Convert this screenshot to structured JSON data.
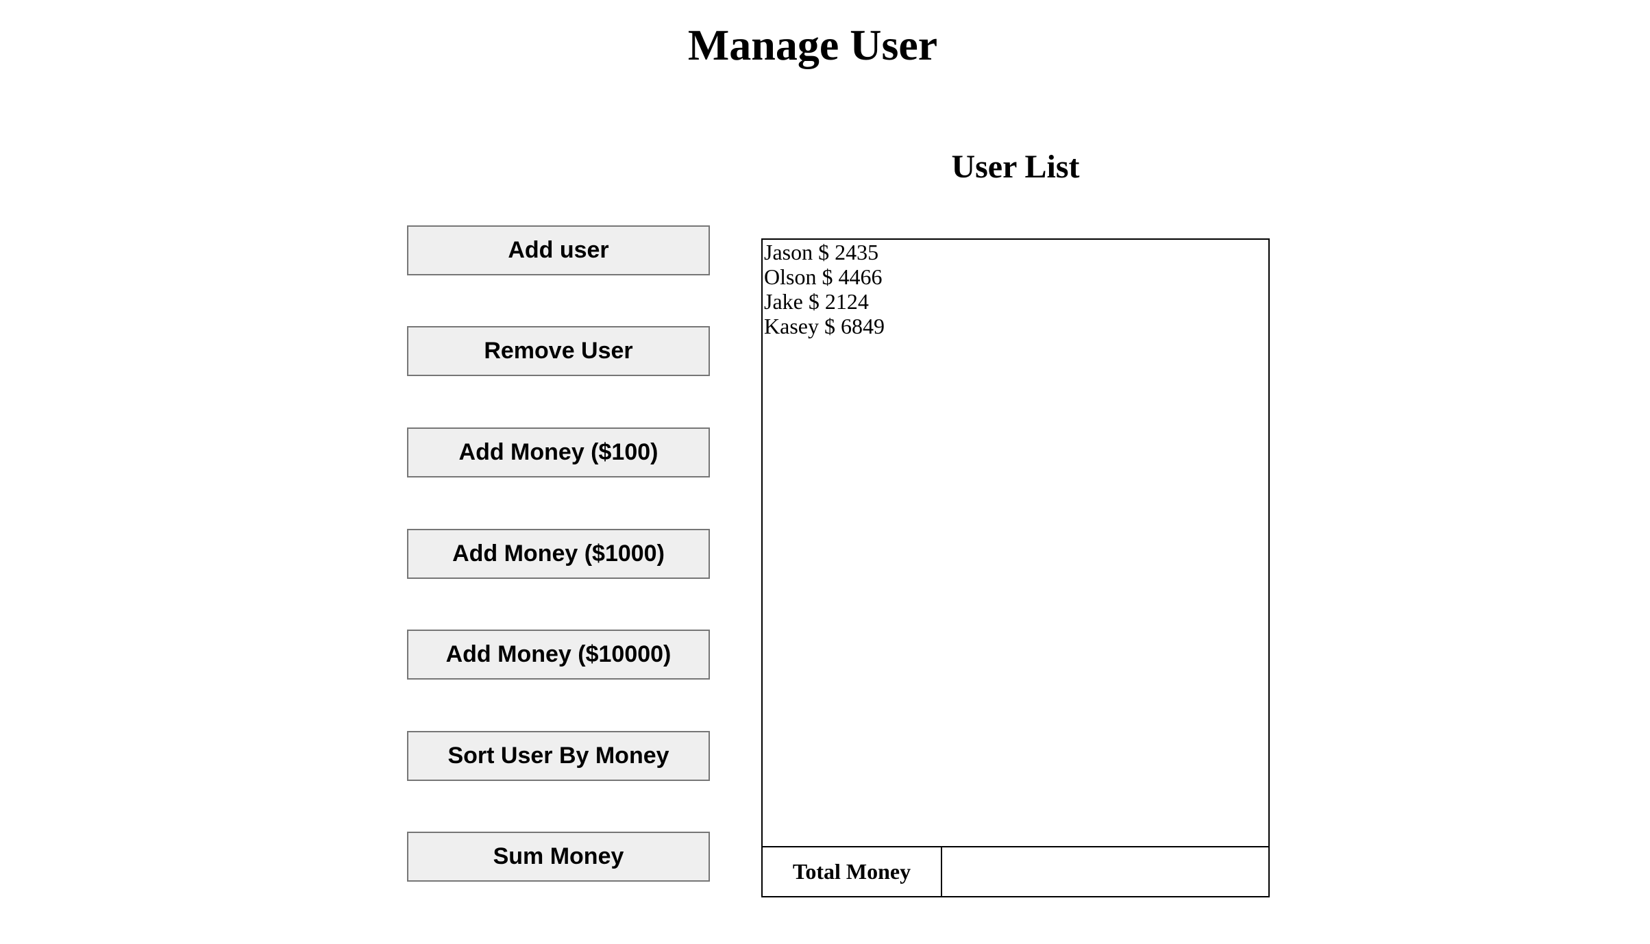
{
  "page": {
    "title": "Manage User",
    "list_title": "User List"
  },
  "buttons": [
    {
      "label": "Add user"
    },
    {
      "label": "Remove User"
    },
    {
      "label": "Add Money ($100)"
    },
    {
      "label": "Add Money ($1000)"
    },
    {
      "label": "Add Money ($10000)"
    },
    {
      "label": "Sort User By Money"
    },
    {
      "label": "Sum Money"
    }
  ],
  "users": [
    "Jason $ 2435",
    "Olson $ 4466",
    "Jake $ 2124",
    "Kasey $ 6849"
  ],
  "total": {
    "label": "Total Money",
    "value": ""
  },
  "colors": {
    "button_bg": "#efefef",
    "button_border": "#767676",
    "border": "#000000",
    "background": "#ffffff"
  }
}
